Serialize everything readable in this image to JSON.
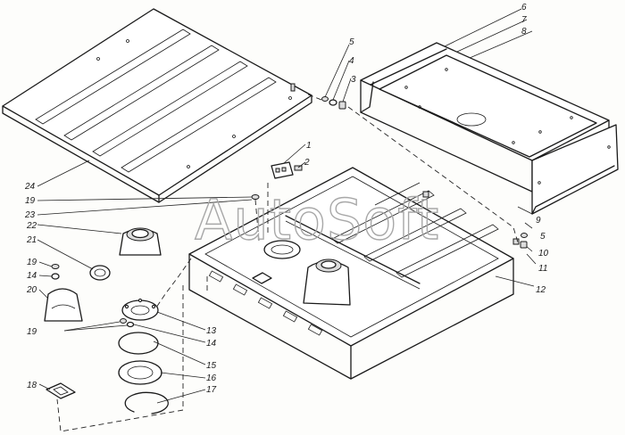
{
  "watermark": "AutoSoft",
  "callouts": [
    {
      "id": "1",
      "text": "1"
    },
    {
      "id": "2",
      "text": "2"
    },
    {
      "id": "3",
      "text": "3"
    },
    {
      "id": "4",
      "text": "4"
    },
    {
      "id": "5a",
      "text": "5"
    },
    {
      "id": "5b",
      "text": "5"
    },
    {
      "id": "6",
      "text": "6"
    },
    {
      "id": "7",
      "text": "7"
    },
    {
      "id": "8",
      "text": "8"
    },
    {
      "id": "9",
      "text": "9"
    },
    {
      "id": "10",
      "text": "10"
    },
    {
      "id": "11",
      "text": "11"
    },
    {
      "id": "12",
      "text": "12"
    },
    {
      "id": "13",
      "text": "13"
    },
    {
      "id": "14a",
      "text": "14"
    },
    {
      "id": "14b",
      "text": "14"
    },
    {
      "id": "15",
      "text": "15"
    },
    {
      "id": "16",
      "text": "16"
    },
    {
      "id": "17",
      "text": "17"
    },
    {
      "id": "18",
      "text": "18"
    },
    {
      "id": "19a",
      "text": "19"
    },
    {
      "id": "19b",
      "text": "19"
    },
    {
      "id": "19c",
      "text": "19"
    },
    {
      "id": "20",
      "text": "20"
    },
    {
      "id": "21",
      "text": "21"
    },
    {
      "id": "22",
      "text": "22"
    },
    {
      "id": "23",
      "text": "23"
    },
    {
      "id": "24",
      "text": "24"
    }
  ]
}
